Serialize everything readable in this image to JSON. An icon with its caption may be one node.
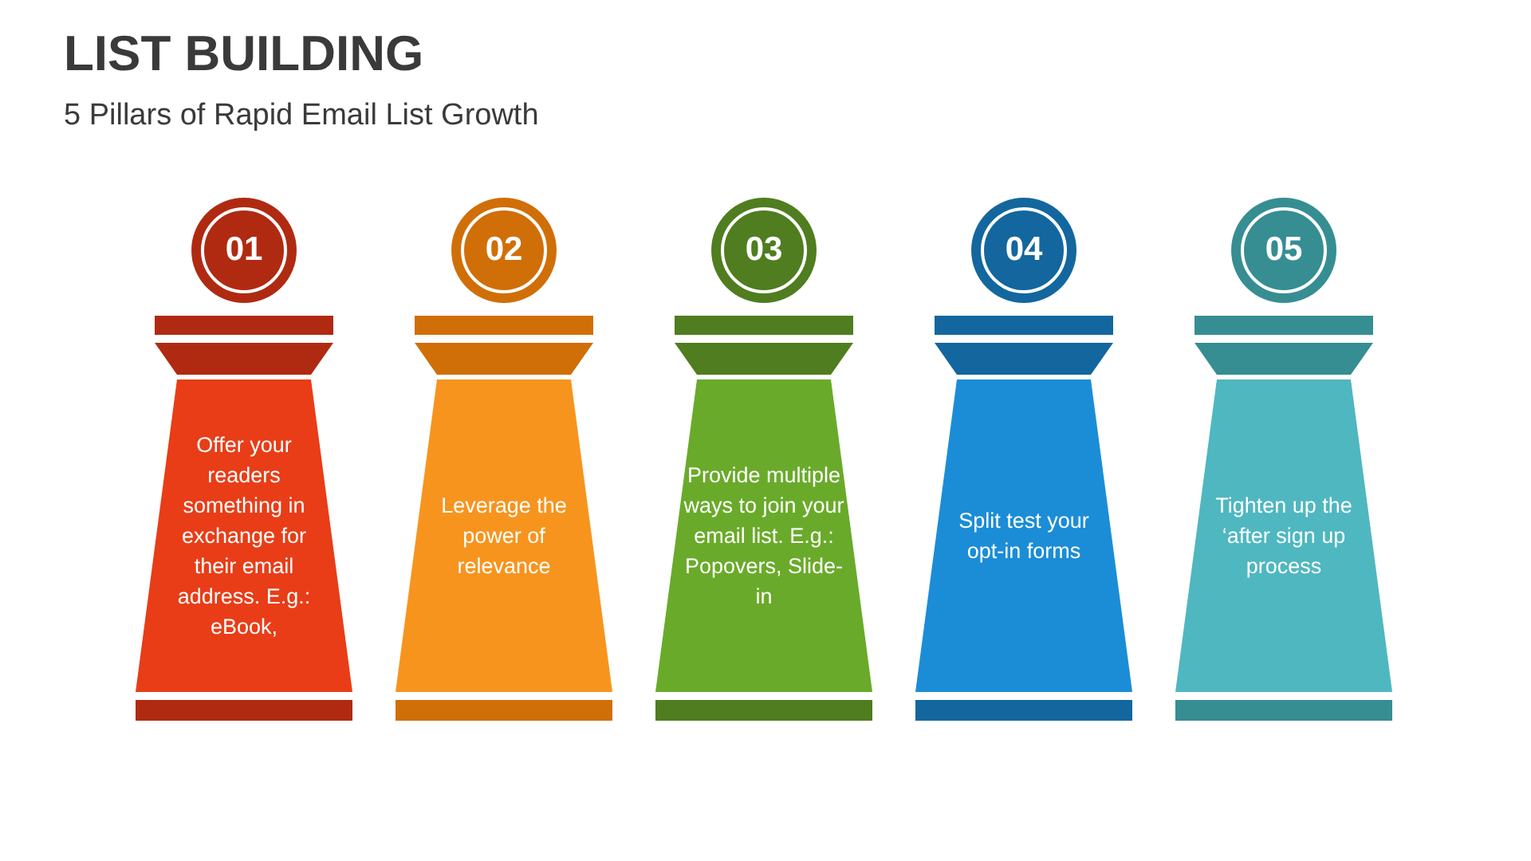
{
  "diagram": {
    "title": "LIST BUILDING",
    "labels": [
      "5 Pillars of Rapid Email List Growth"
    ],
    "nodes": [
      {
        "text": [
          "01"
        ]
      },
      {
        "text": [
          "Offer your readers something in exchange for their email address. E.g.: eBook,"
        ]
      },
      {
        "text": [
          "02"
        ]
      },
      {
        "text": [
          "Leverage the power of relevance"
        ]
      },
      {
        "text": [
          "03"
        ]
      },
      {
        "text": [
          "Provide multiple ways to join your email list. E.g.: Popovers, Slide-in"
        ]
      },
      {
        "text": [
          "04"
        ]
      },
      {
        "text": [
          "Split test your opt-in forms"
        ]
      },
      {
        "text": [
          "05"
        ]
      },
      {
        "text": [
          "Tighten up the ‘after sign up process"
        ]
      }
    ]
  }
}
